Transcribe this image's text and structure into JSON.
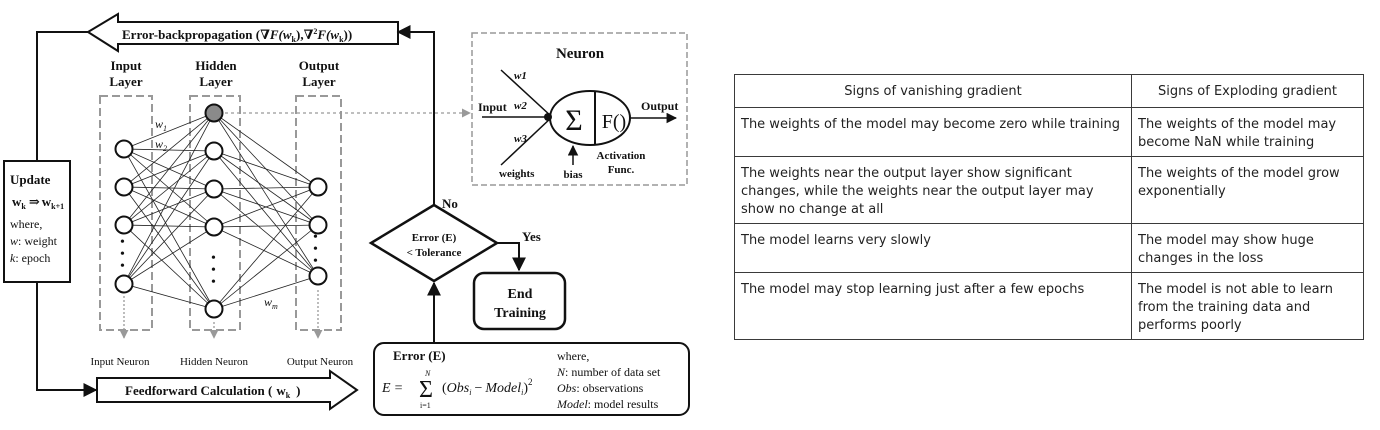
{
  "diagram": {
    "backprop_arrow": {
      "label": "Error-backpropagation (",
      "grad1": "∇F(w",
      "grad1_sub": "k",
      "separator": "),",
      "grad2": "∇",
      "grad2_sup": "2",
      "grad2_rest": "F(w",
      "grad2_sub": "k",
      "close": "))"
    },
    "feedforward_arrow": {
      "label": "Feedforward Calculation (",
      "w": "w",
      "sub": "k",
      "close": ")"
    },
    "update_box": {
      "title": "Update",
      "w": "w",
      "sub_k": "k",
      "arrow": "⇒",
      "sub_k1": "k+1",
      "where": "where,",
      "line1_var": "w",
      "line1_rest": ": weight",
      "line2_var": "k",
      "line2_rest": ": epoch"
    },
    "layers": {
      "input_title_1": "Input",
      "input_title_2": "Layer",
      "hidden_title_1": "Hidden",
      "hidden_title_2": "Layer",
      "output_title_1": "Output",
      "output_title_2": "Layer",
      "input_caption": "Input Neuron",
      "hidden_caption": "Hidden Neuron",
      "output_caption": "Output Neuron",
      "w1": "w",
      "w1_sub": "1",
      "w2": "w",
      "w2_sub": "2",
      "wm": "w",
      "wm_sub": "m",
      "dots": "•"
    },
    "neuron_box": {
      "title": "Neuron",
      "w1": "w1",
      "w2": "w2",
      "w3": "w3",
      "input": "Input",
      "weights": "weights",
      "bias": "bias",
      "sigma": "Σ",
      "func": "F()",
      "output": "Output",
      "activation_1": "Activation",
      "activation_2": "Func."
    },
    "decision": {
      "line1": "Error (E)",
      "line2": "< Tolerance",
      "no": "No",
      "yes": "Yes"
    },
    "end_box": {
      "line1": "End",
      "line2": "Training"
    },
    "error_box": {
      "title": "Error (E)",
      "E": "E",
      "eq": "=",
      "sum": "Σ",
      "sum_top": "N",
      "sum_bottom": "i=1",
      "paren_open": "(",
      "obs": "Obs",
      "obs_sub": "i",
      "minus": "−",
      "model": "Model",
      "model_sub": "i",
      "paren_close": ")",
      "sq": "2",
      "where": "where,",
      "n_var": "N",
      "n_rest": ": number of data set",
      "obs_var": "Obs",
      "obs_rest": ": observations",
      "model_var": "Model",
      "model_rest": ": model results"
    }
  },
  "table": {
    "headers": [
      "Signs of vanishing gradient",
      "Signs of Exploding gradient"
    ],
    "rows": [
      [
        "The weights of the model may become zero while training",
        "The weights of the model may become NaN while training"
      ],
      [
        "The weights near the output layer show significant changes, while the weights near the output layer may show no change at all",
        "The weights of the model grow exponentially"
      ],
      [
        "The model learns very slowly",
        "The model may show huge changes in the loss"
      ],
      [
        "The model may stop learning just after a few epochs",
        "The model is not able to learn from the training data and performs poorly"
      ]
    ]
  }
}
